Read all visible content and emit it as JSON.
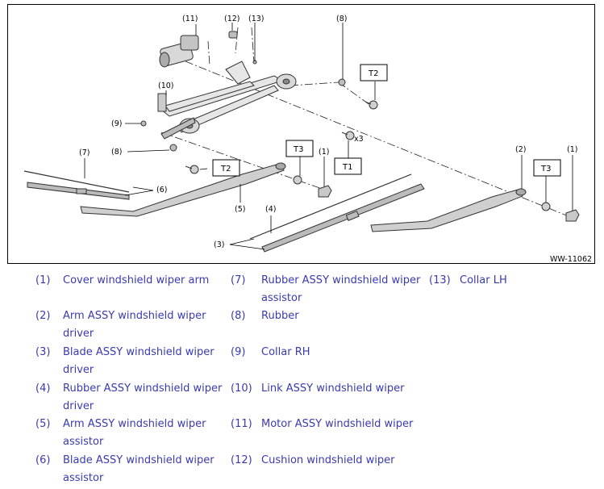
{
  "figure": {
    "figure_id": "WW-11062",
    "callouts": {
      "c1a": "(1)",
      "c1b": "(1)",
      "c2": "(2)",
      "c3": "(3)",
      "c4": "(4)",
      "c5": "(5)",
      "c6": "(6)",
      "c7": "(7)",
      "c8a": "(8)",
      "c8b": "(8)",
      "c9": "(9)",
      "c10": "(10)",
      "c11": "(11)",
      "c12": "(12)",
      "c13": "(13)"
    },
    "torque_boxes": {
      "t1": "T1",
      "t2a": "T2",
      "t2b": "T2",
      "t3a": "T3",
      "t3b": "T3"
    },
    "quantity": "x3"
  },
  "legend": {
    "accent_color": "#3a3ab0",
    "items": [
      {
        "num": "(1)",
        "text_line1": "Cover windshield wiper arm",
        "text_line2": ""
      },
      {
        "num": "(2)",
        "text_line1": "Arm ASSY windshield wiper",
        "text_line2": "driver"
      },
      {
        "num": "(3)",
        "text_line1": "Blade ASSY windshield wiper",
        "text_line2": "driver"
      },
      {
        "num": "(4)",
        "text_line1": "Rubber ASSY windshield wiper",
        "text_line2": "driver"
      },
      {
        "num": "(5)",
        "text_line1": "Arm ASSY windshield wiper",
        "text_line2": "assistor"
      },
      {
        "num": "(6)",
        "text_line1": "Blade ASSY windshield wiper",
        "text_line2": "assistor"
      },
      {
        "num": "(7)",
        "text_line1": "Rubber ASSY windshield wiper",
        "text_line2": "assistor"
      },
      {
        "num": "(8)",
        "text_line1": "Rubber",
        "text_line2": ""
      },
      {
        "num": "(9)",
        "text_line1": "Collar RH",
        "text_line2": ""
      },
      {
        "num": "(10)",
        "text_line1": "Link ASSY windshield wiper",
        "text_line2": ""
      },
      {
        "num": "(11)",
        "text_line1": "Motor ASSY windshield wiper",
        "text_line2": ""
      },
      {
        "num": "(12)",
        "text_line1": "Cushion windshield wiper",
        "text_line2": ""
      },
      {
        "num": "(13)",
        "text_line1": "Collar LH",
        "text_line2": ""
      }
    ]
  }
}
